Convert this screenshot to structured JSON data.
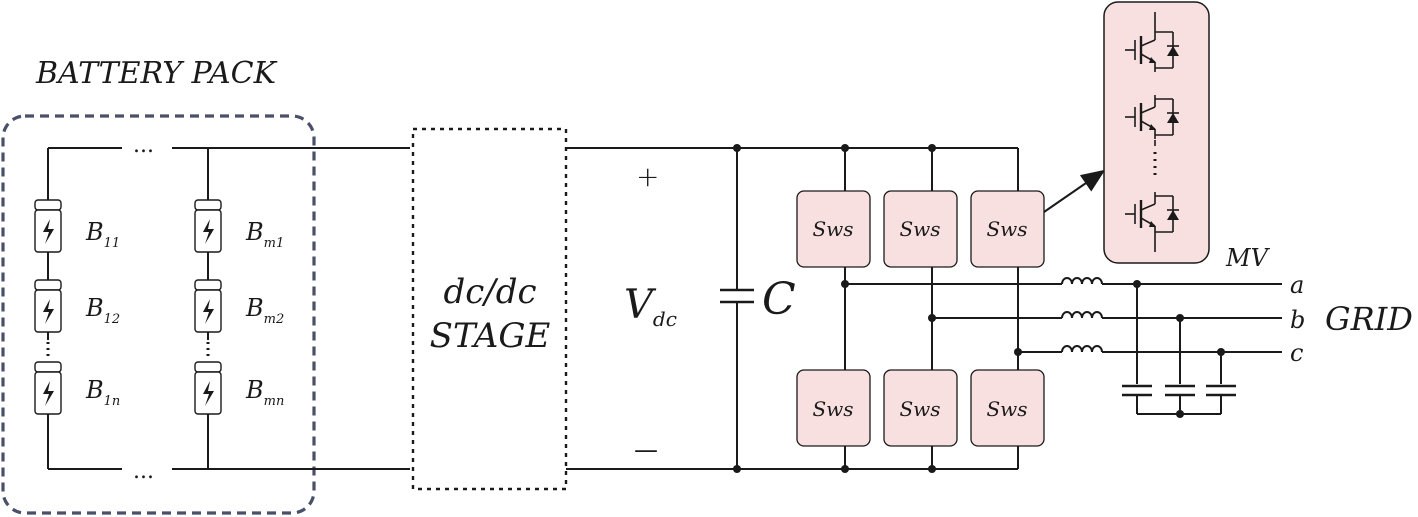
{
  "battery_pack": {
    "title": "BATTERY PACK",
    "dots": "...",
    "column1": [
      "B",
      "B",
      "B"
    ],
    "column1_sub": [
      "11",
      "12",
      "1n"
    ],
    "columnm": [
      "B",
      "B",
      "B"
    ],
    "columnm_sub": [
      "m1",
      "m2",
      "mn"
    ]
  },
  "dcdc": {
    "line1": "dc/dc",
    "line2": "STAGE"
  },
  "dc_link": {
    "plus": "+",
    "minus": "—",
    "v_main": "V",
    "v_sub": "dc",
    "cap_label": "C"
  },
  "switches": {
    "label": "Sws"
  },
  "grid": {
    "phase_a": "a",
    "phase_b": "b",
    "phase_c": "c",
    "mv": "MV",
    "grid": "GRID"
  },
  "colors": {
    "switch_fill": "#f8e0e0",
    "pack_border": "#4a5068",
    "ink": "#1a1a1a"
  }
}
